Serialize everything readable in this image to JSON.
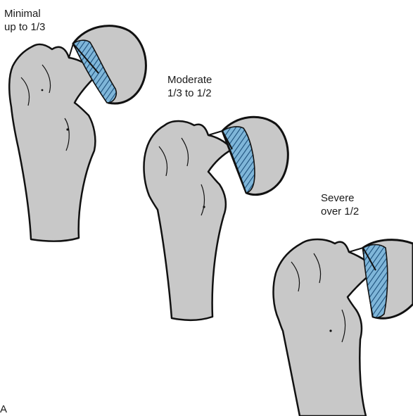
{
  "figure": {
    "panel_letter": "A",
    "stages": [
      {
        "id": "minimal",
        "title": "Minimal",
        "range": "up to 1/3"
      },
      {
        "id": "moderate",
        "title": "Moderate",
        "range": "1/3 to 1/2"
      },
      {
        "id": "severe",
        "title": "Severe",
        "range": "over 1/2"
      }
    ]
  },
  "colors": {
    "bone_fill": "#c8c8c8",
    "outline": "#111111",
    "lesion_fill": "#7fb6d9",
    "lesion_hatch": "#1c4f7a",
    "background": "#ffffff"
  }
}
